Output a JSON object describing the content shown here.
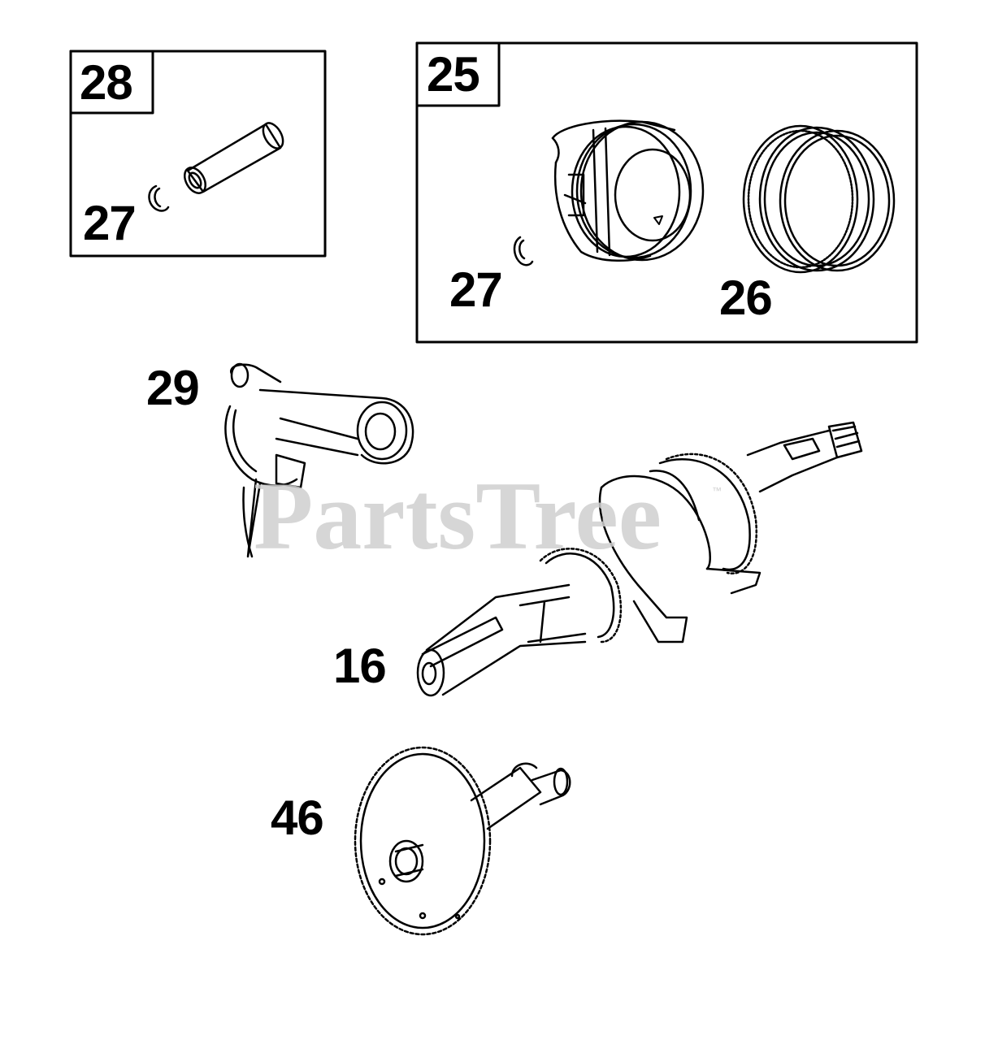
{
  "watermark": {
    "text": "PartsTree",
    "trademark": "™"
  },
  "box_left": {
    "number": "28",
    "clip_callout": "27"
  },
  "box_right": {
    "number": "25",
    "clip_callout": "27",
    "rings_callout": "26"
  },
  "callouts": {
    "connecting_rod": "29",
    "crankshaft": "16",
    "camshaft": "46"
  },
  "icons": [
    "piston-pin-icon",
    "retaining-clip-icon",
    "piston-icon",
    "piston-rings-icon",
    "connecting-rod-icon",
    "crankshaft-icon",
    "camshaft-icon"
  ],
  "colors": {
    "line": "#000000",
    "watermark": "#cfcfcf",
    "background": "#ffffff"
  }
}
